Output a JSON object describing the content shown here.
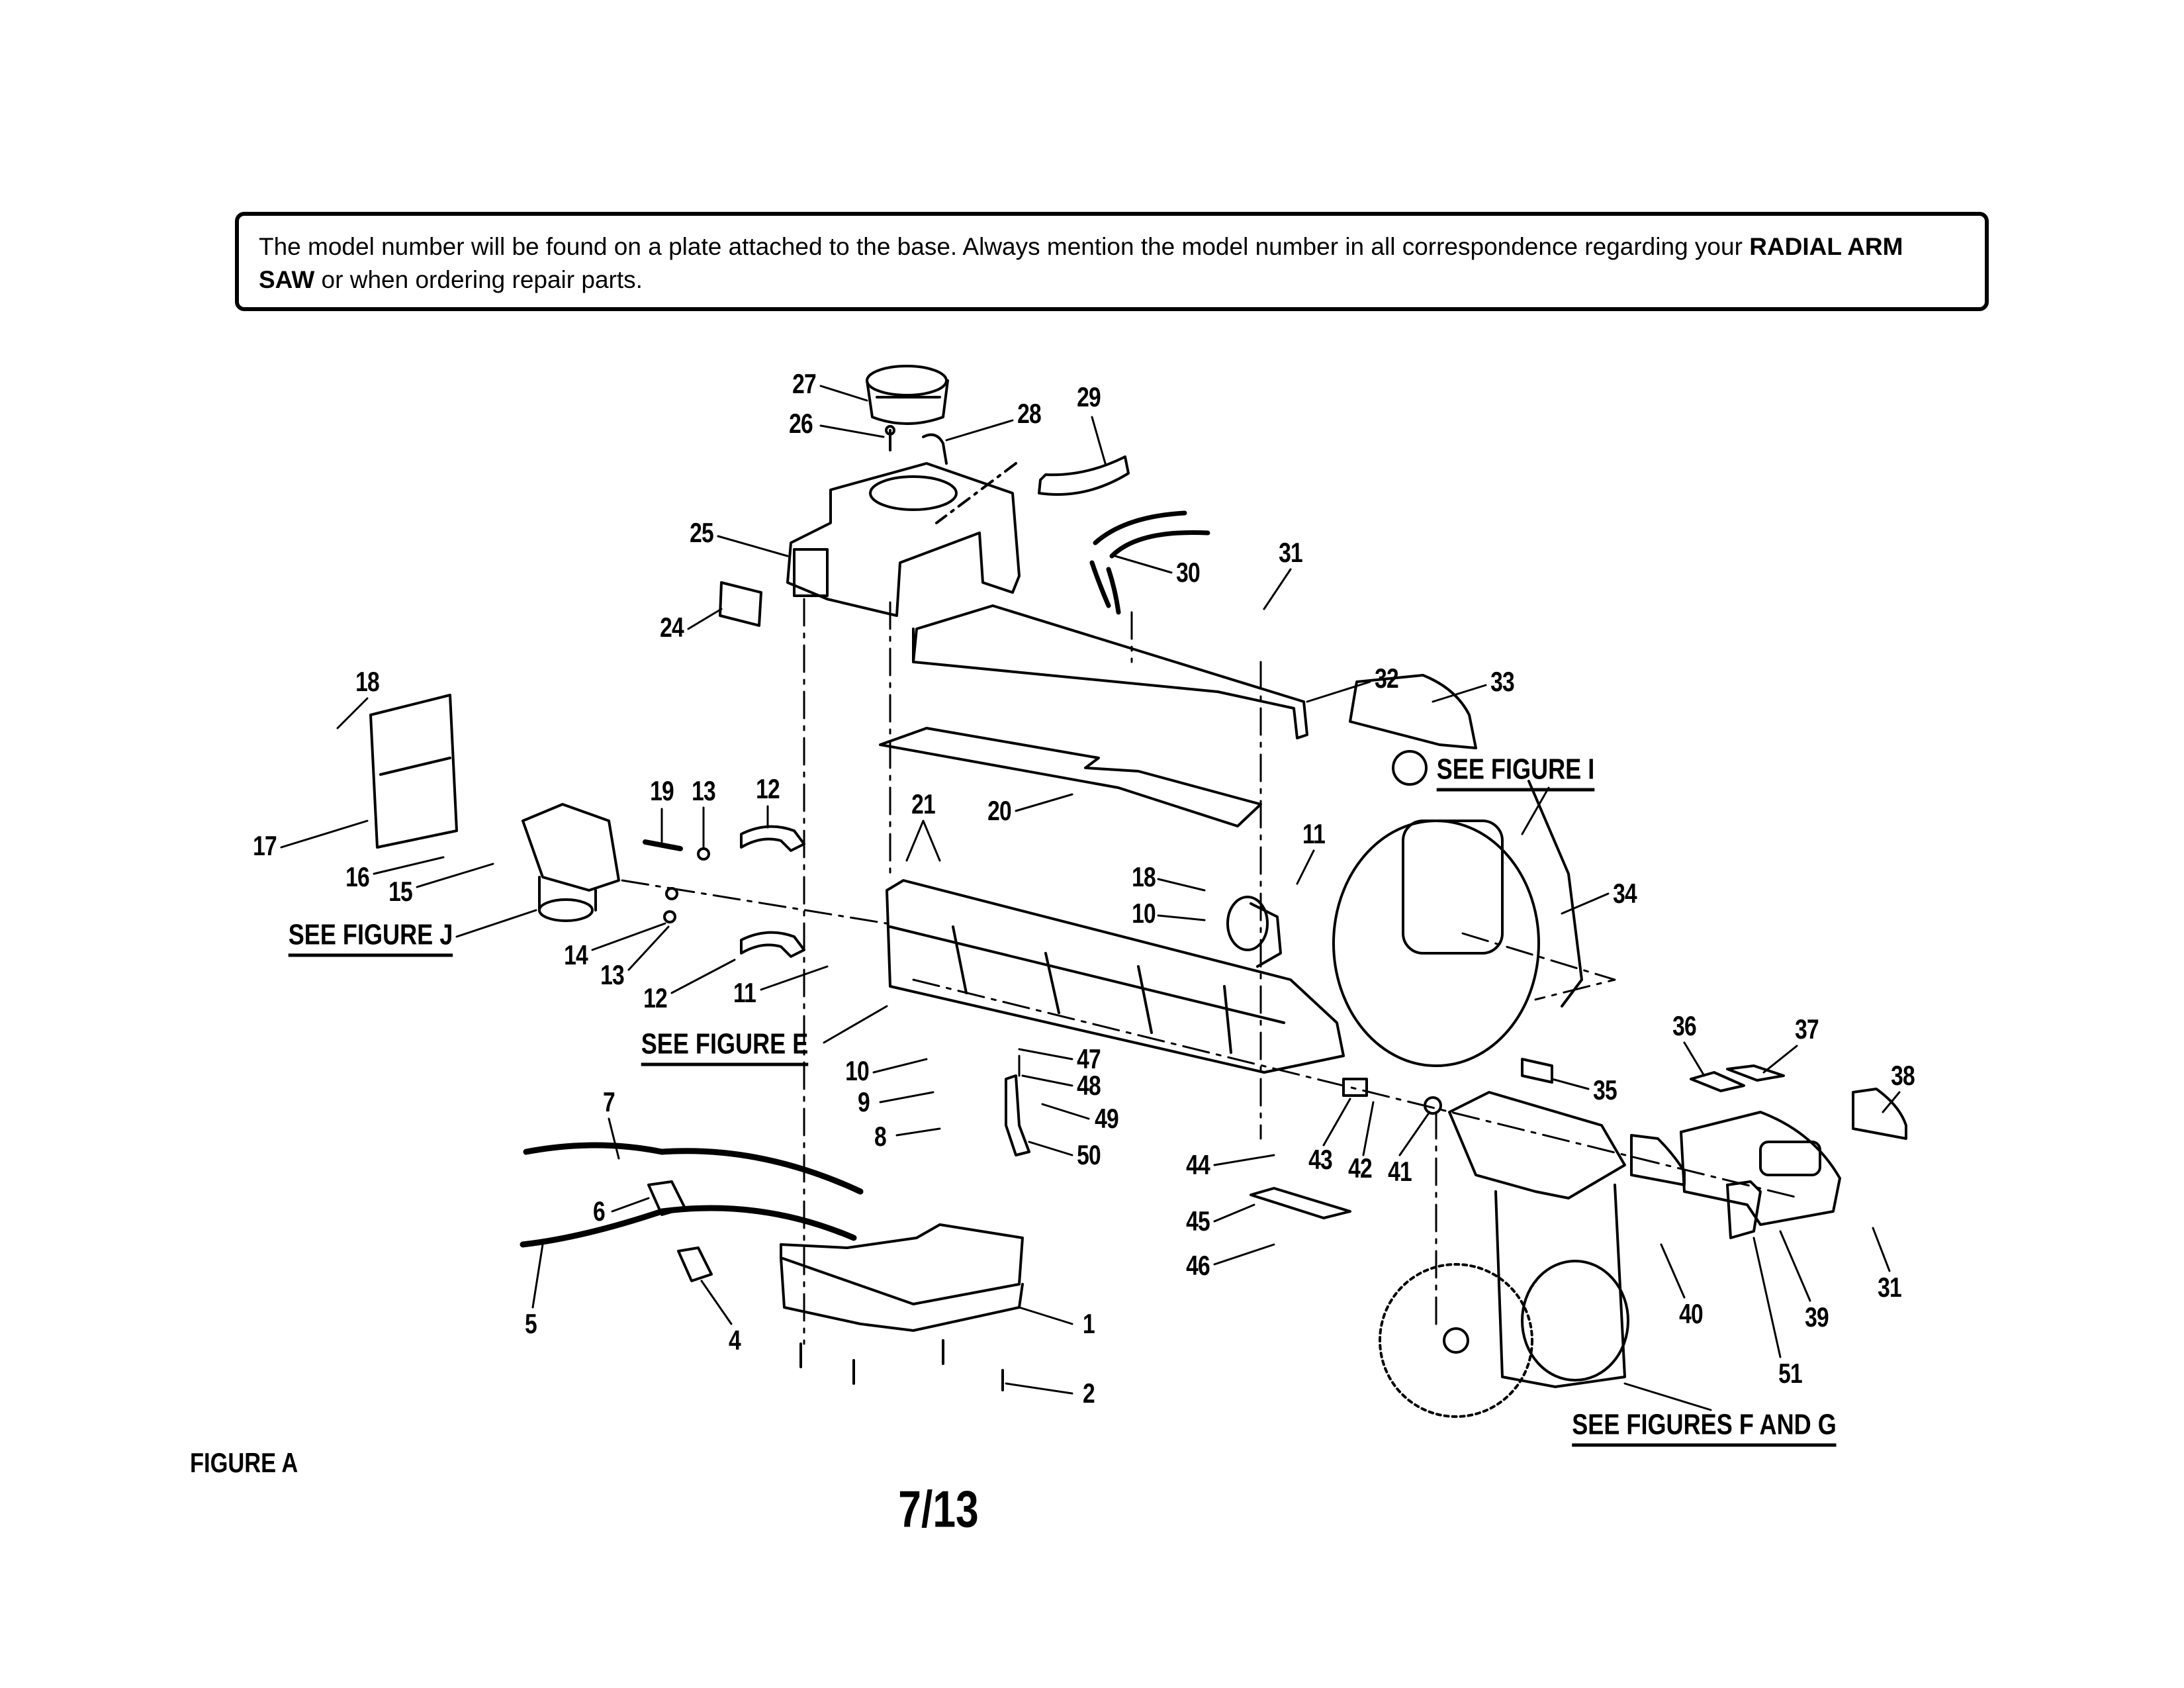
{
  "notice": {
    "text_before": "The model number will be found on a plate attached to the base. Always mention the model number in all correspondence regarding your ",
    "bold_1": "RADIAL ARM SAW",
    "text_after": " or when ordering repair parts."
  },
  "figure_title": "FIGURE A",
  "page_number": "7/13",
  "references": [
    {
      "id": "see-figure-i",
      "label": "SEE FIGURE I"
    },
    {
      "id": "see-figure-j",
      "label": "SEE FIGURE J"
    },
    {
      "id": "see-figure-e",
      "label": "SEE FIGURE E"
    },
    {
      "id": "see-figures-f-and-g",
      "label": "SEE FIGURES F AND G"
    }
  ],
  "callouts": [
    {
      "num": "1"
    },
    {
      "num": "2"
    },
    {
      "num": "4"
    },
    {
      "num": "5"
    },
    {
      "num": "6"
    },
    {
      "num": "7"
    },
    {
      "num": "8"
    },
    {
      "num": "9"
    },
    {
      "num": "10"
    },
    {
      "num": "10"
    },
    {
      "num": "11"
    },
    {
      "num": "11"
    },
    {
      "num": "12"
    },
    {
      "num": "12"
    },
    {
      "num": "13"
    },
    {
      "num": "13"
    },
    {
      "num": "14"
    },
    {
      "num": "15"
    },
    {
      "num": "16"
    },
    {
      "num": "17"
    },
    {
      "num": "18"
    },
    {
      "num": "18"
    },
    {
      "num": "19"
    },
    {
      "num": "20"
    },
    {
      "num": "21"
    },
    {
      "num": "24"
    },
    {
      "num": "25"
    },
    {
      "num": "26"
    },
    {
      "num": "27"
    },
    {
      "num": "28"
    },
    {
      "num": "29"
    },
    {
      "num": "30"
    },
    {
      "num": "31"
    },
    {
      "num": "31"
    },
    {
      "num": "32"
    },
    {
      "num": "33"
    },
    {
      "num": "34"
    },
    {
      "num": "35"
    },
    {
      "num": "36"
    },
    {
      "num": "37"
    },
    {
      "num": "38"
    },
    {
      "num": "39"
    },
    {
      "num": "40"
    },
    {
      "num": "41"
    },
    {
      "num": "42"
    },
    {
      "num": "43"
    },
    {
      "num": "44"
    },
    {
      "num": "45"
    },
    {
      "num": "46"
    },
    {
      "num": "47"
    },
    {
      "num": "48"
    },
    {
      "num": "49"
    },
    {
      "num": "50"
    },
    {
      "num": "51"
    }
  ]
}
